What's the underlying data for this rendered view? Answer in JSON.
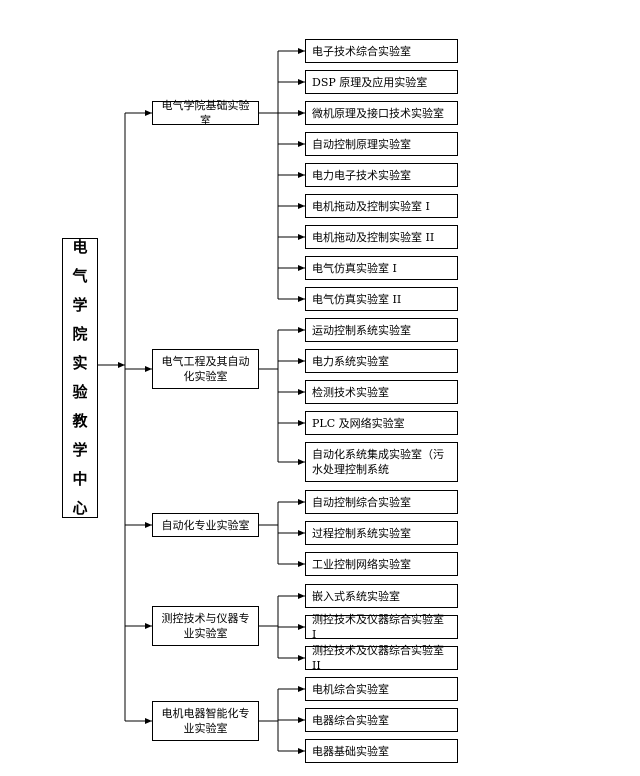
{
  "root": {
    "label": "电气学院实验教学中心"
  },
  "groups": [
    {
      "label": "电气学院基础实验室",
      "labs": [
        "电子技术综合实验室",
        "DSP 原理及应用实验室",
        "微机原理及接口技术实验室",
        "自动控制原理实验室",
        "电力电子技术实验室",
        "电机拖动及控制实验室 I",
        "电机拖动及控制实验室 II",
        "电气仿真实验室 I",
        "电气仿真实验室 II"
      ]
    },
    {
      "label": "电气工程及其自动化实验室",
      "labs": [
        "运动控制系统实验室",
        "电力系统实验室",
        "检测技术实验室",
        "PLC 及网络实验室",
        "自动化系统集成实验室（污水处理控制系统"
      ]
    },
    {
      "label": "自动化专业实验室",
      "labs": [
        "自动控制综合实验室",
        "过程控制系统实验室",
        "工业控制网络实验室"
      ]
    },
    {
      "label": "测控技术与仪器专业实验室",
      "labs": [
        "嵌入式系统实验室",
        "测控技术及仪器综合实验室 I",
        "测控技术及仪器综合实验室 II"
      ]
    },
    {
      "label": "电机电器智能化专业实验室",
      "labs": [
        "电机综合实验室",
        "电器综合实验室",
        "电器基础实验室"
      ]
    }
  ]
}
